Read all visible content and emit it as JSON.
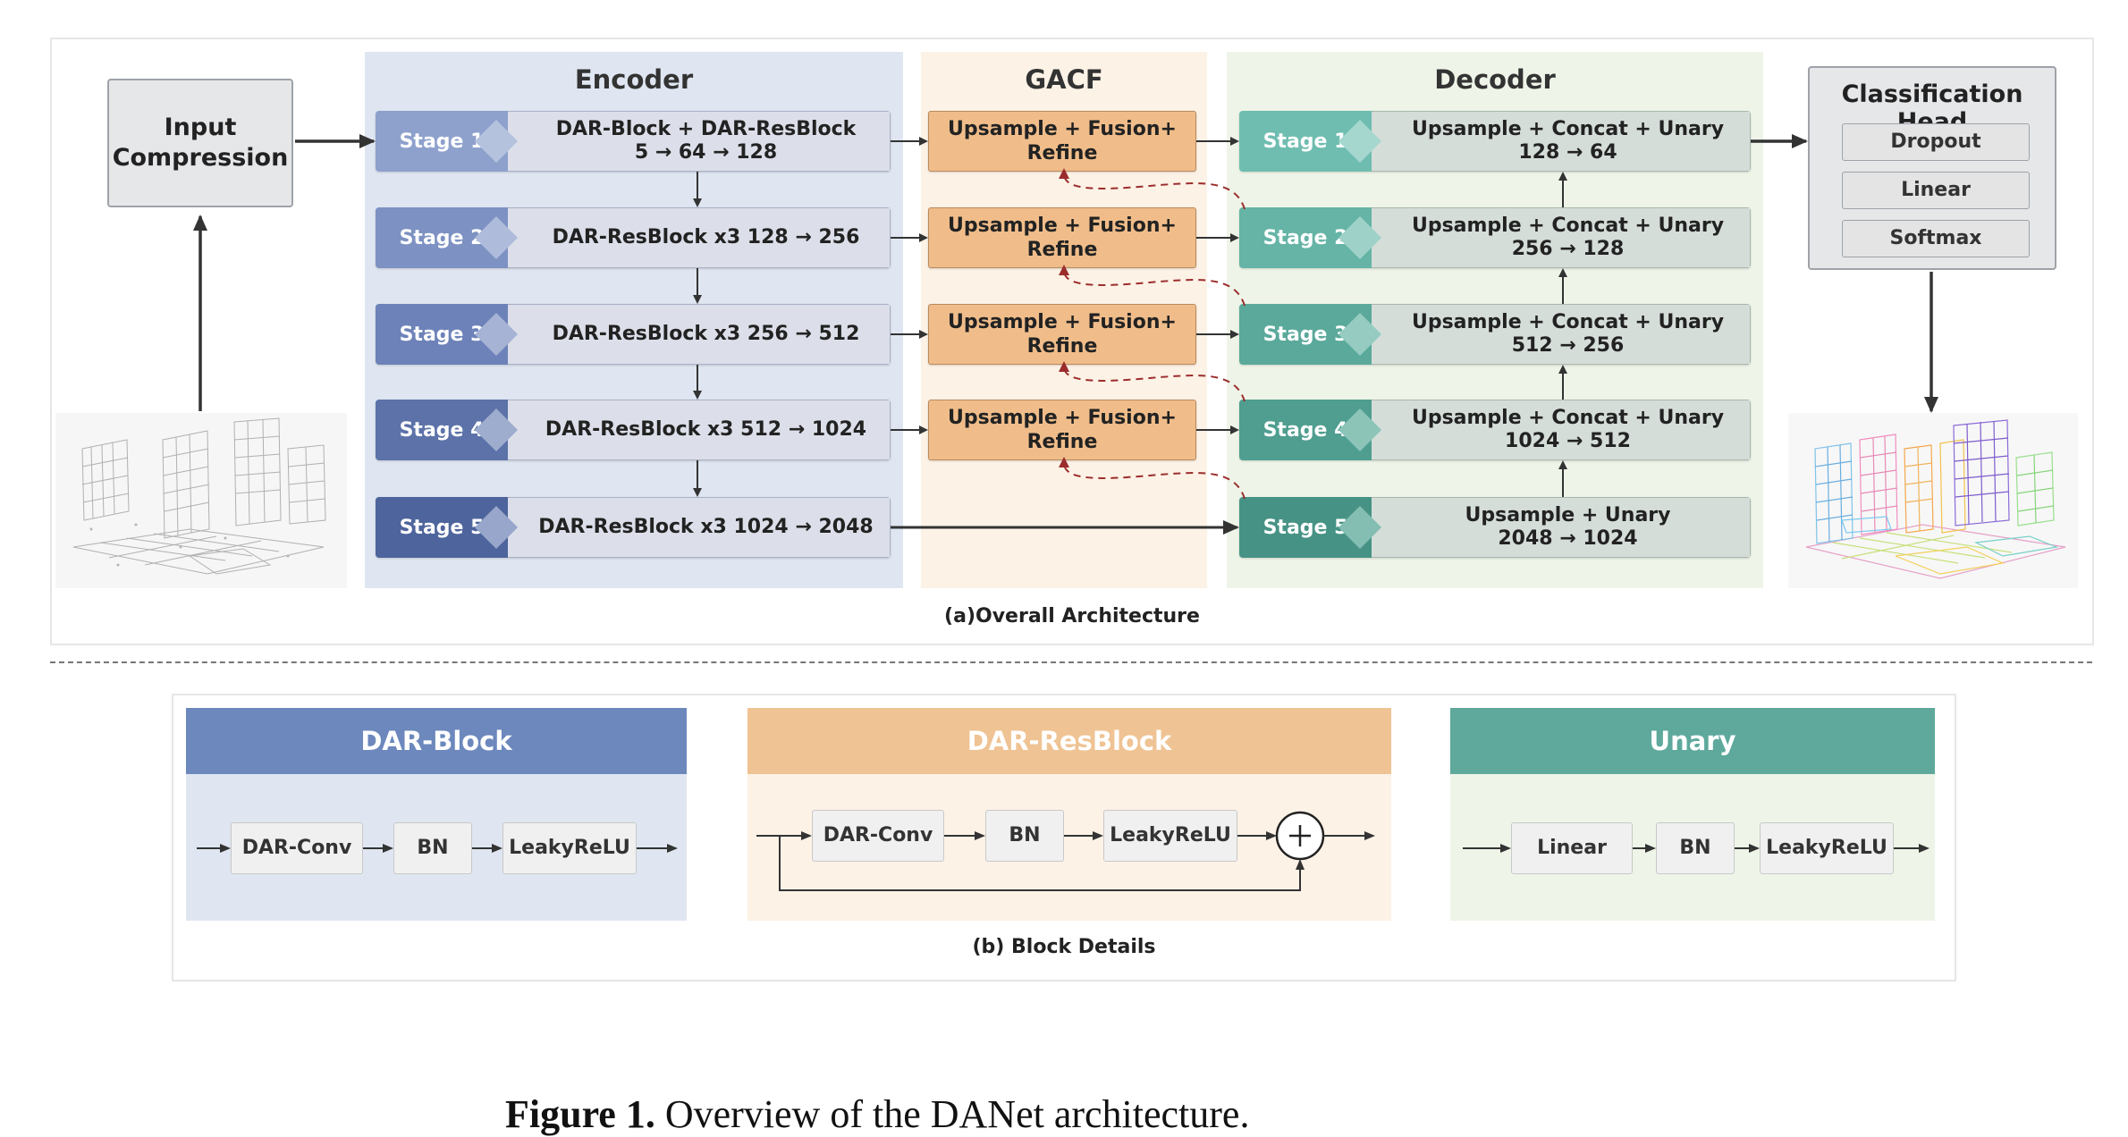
{
  "panel_a": {
    "caption": "(a)Overall Architecture",
    "input_label": "Input\nCompression",
    "encoder": {
      "title": "Encoder",
      "stages": [
        {
          "tag": "Stage 1",
          "line1": "DAR-Block + DAR-ResBlock",
          "line2": "5 → 64 → 128"
        },
        {
          "tag": "Stage 2",
          "line1": "DAR-ResBlock x3   128 → 256",
          "line2": ""
        },
        {
          "tag": "Stage 3",
          "line1": "DAR-ResBlock x3   256 → 512",
          "line2": ""
        },
        {
          "tag": "Stage 4",
          "line1": "DAR-ResBlock x3   512 → 1024",
          "line2": ""
        },
        {
          "tag": "Stage 5",
          "line1": "DAR-ResBlock x3   1024 → 2048",
          "line2": ""
        }
      ]
    },
    "gacf": {
      "title": "GACF",
      "boxes": [
        {
          "line1": "Upsample + Fusion+",
          "line2": "Refine"
        },
        {
          "line1": "Upsample + Fusion+",
          "line2": "Refine"
        },
        {
          "line1": "Upsample + Fusion+",
          "line2": "Refine"
        },
        {
          "line1": "Upsample + Fusion+",
          "line2": "Refine"
        }
      ]
    },
    "decoder": {
      "title": "Decoder",
      "stages": [
        {
          "tag": "Stage 1",
          "line1": "Upsample + Concat + Unary",
          "line2": "128 → 64"
        },
        {
          "tag": "Stage 2",
          "line1": "Upsample + Concat + Unary",
          "line2": "256 → 128"
        },
        {
          "tag": "Stage 3",
          "line1": "Upsample + Concat + Unary",
          "line2": "512 → 256"
        },
        {
          "tag": "Stage 4",
          "line1": "Upsample + Concat + Unary",
          "line2": "1024 → 512"
        },
        {
          "tag": "Stage 5",
          "line1": "Upsample + Unary",
          "line2": "2048 → 1024"
        }
      ]
    },
    "classification_head": {
      "title": "Classification Head",
      "items": [
        "Dropout",
        "Linear",
        "Softmax"
      ]
    }
  },
  "panel_b": {
    "caption": "(b) Block Details",
    "dar_block": {
      "title": "DAR-Block",
      "nodes": [
        "DAR-Conv",
        "BN",
        "LeakyReLU"
      ]
    },
    "dar_resblock": {
      "title": "DAR-ResBlock",
      "nodes": [
        "DAR-Conv",
        "BN",
        "LeakyReLU"
      ]
    },
    "unary": {
      "title": "Unary",
      "nodes": [
        "Linear",
        "BN",
        "LeakyReLU"
      ]
    }
  },
  "figure_caption": {
    "label": "Figure 1.",
    "text": " Overview of the DANet architecture."
  },
  "colors": {
    "encoder_bg": "#dfe6f1",
    "gacf_bg": "#fdf2e6",
    "decoder_bg": "#eef5e8",
    "encoder_stage": "#7f93c3",
    "decoder_stage": "#5fb0a2",
    "gacf_box": "#f0bd8a",
    "dar_block_header": "#6c88bd",
    "dar_resblock_header": "#efc393",
    "unary_header": "#5ea99c"
  }
}
